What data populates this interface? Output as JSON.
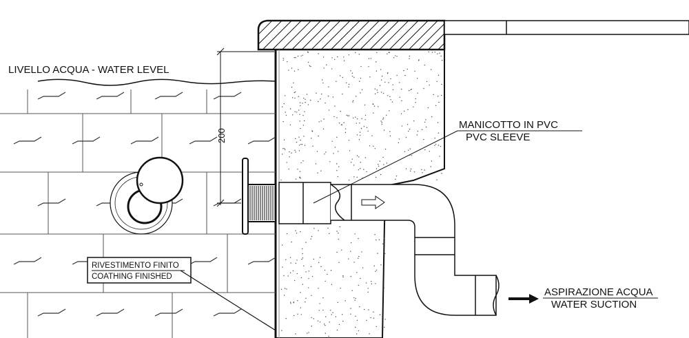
{
  "labels": {
    "water_level": "LIVELLO ACQUA - WATER LEVEL",
    "dimension": "200",
    "sleeve_it": "MANICOTTO IN PVC",
    "sleeve_en": "PVC SLEEVE",
    "suction_it": "ASPIRAZIONE ACQUA",
    "suction_en": "WATER SUCTION",
    "coating_it": "RIVESTIMENTO FINITO",
    "coating_en": "COATHING FINISHED"
  },
  "colors": {
    "line": "#111111",
    "background": "#ffffff"
  }
}
